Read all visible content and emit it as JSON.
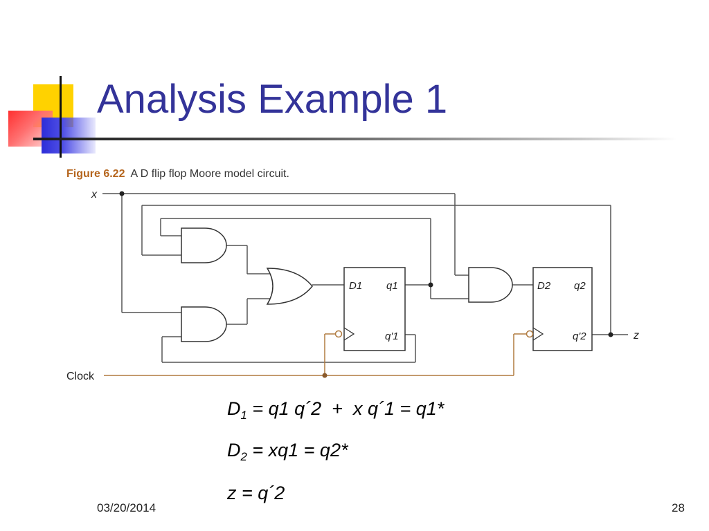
{
  "slide": {
    "title": "Analysis Example 1",
    "date": "03/20/2014",
    "page_number": "28"
  },
  "figure": {
    "number": "Figure 6.22",
    "caption": "A D flip flop Moore model circuit.",
    "labels": {
      "input_x": "x",
      "clock": "Clock",
      "output_z": "z",
      "ff1_d": "D1",
      "ff1_q": "q1",
      "ff1_qbar": "q'1",
      "ff2_d": "D2",
      "ff2_q": "q2",
      "ff2_qbar": "q'2"
    }
  },
  "equations": {
    "eq1": {
      "lhs": "D",
      "lhs_sub": "1",
      "parts": [
        "q1 q´2",
        "x q´1"
      ],
      "rhs": "q1*"
    },
    "eq2": {
      "lhs": "D",
      "lhs_sub": "2",
      "rhs_expr": "xq1",
      "rhs": "q2*"
    },
    "eq3": {
      "lhs": "z",
      "rhs_expr": "q´2"
    }
  },
  "colors": {
    "title": "#333399",
    "figure_number": "#b5651d",
    "clock_wire": "#b07a3f",
    "deco_yellow": "#ffd200",
    "deco_red": "#ff3030",
    "deco_blue": "#2d2dd8"
  }
}
